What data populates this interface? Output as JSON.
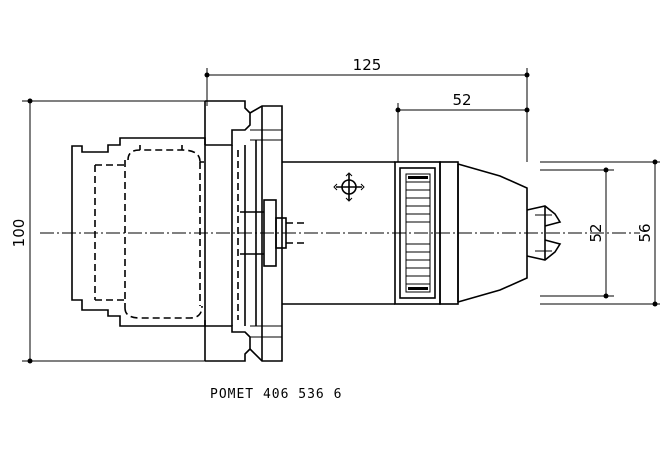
{
  "drawing": {
    "dimensions": {
      "overall_length": "125",
      "chuck_length": "52",
      "overall_height": "100",
      "chuck_inner_diameter": "52",
      "chuck_outer_diameter": "56"
    },
    "caption": "POMET 406 536 6",
    "colors": {
      "line": "#000000",
      "background": "#ffffff"
    }
  }
}
